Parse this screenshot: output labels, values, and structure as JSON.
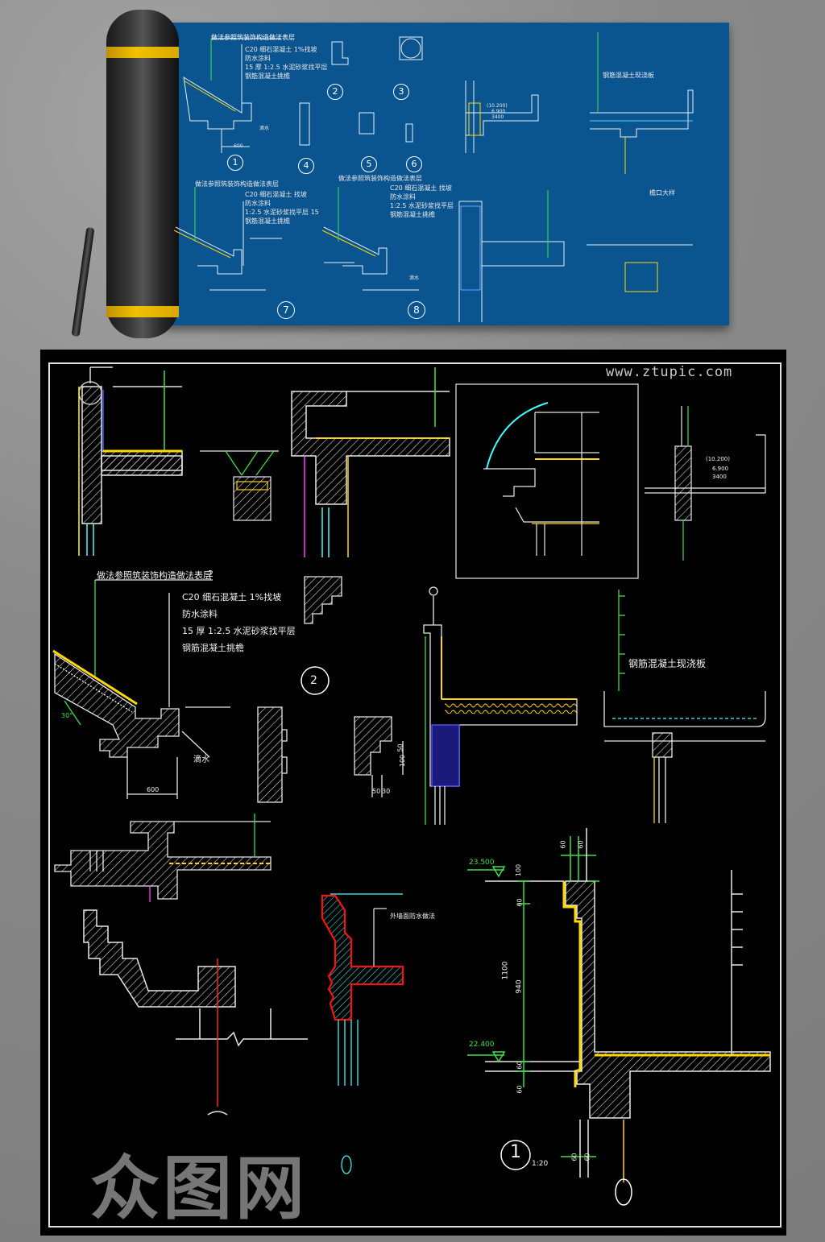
{
  "watermark": "www.ztupic.com",
  "logo_text": "众图网",
  "blueprint": {
    "note_title_1": "做法参照筑装饰构造做法表层",
    "note_lines_1": [
      "C20 细石混凝土 1%找坡",
      "防水涂料",
      "15 厚 1:2.5 水泥砂浆找平层",
      "钢筋混凝土挑檐"
    ],
    "note_title_2": "做法参照筑装饰构造做法表层",
    "note_lines_2": [
      "C20 细石混凝土 找坡",
      "防水涂料",
      "1:2.5 水泥砂浆找平层 15",
      "钢筋混凝土挑檐"
    ],
    "note_title_3": "做法参照筑装饰构造做法表层",
    "note_lines_3": [
      "C20 细石混凝土 找坡",
      "防水涂料",
      "1:2.5 水泥砂浆找平层",
      "钢筋混凝土挑檐"
    ],
    "slab_label": "钢筋混凝土现浇板",
    "detail_title": "檐口大样",
    "callouts": [
      "1",
      "2",
      "3",
      "4",
      "5",
      "6",
      "7",
      "8"
    ],
    "elev_labels": [
      "(10.200)",
      "6.900",
      "3400"
    ],
    "dims_1": "600",
    "drip_label_1": "滴水",
    "drip_label_2": "滴水"
  },
  "cad": {
    "note_title": "做法参照筑装饰构造做法表层",
    "note_title_num": "2",
    "note_lines": [
      "C20 细石混凝土 1%找坡",
      "防水涂料",
      "15 厚 1:2.5 水泥砂浆找平层",
      "钢筋混凝土挑檐"
    ],
    "drip_label": "滴水",
    "dim_600": "600",
    "slope": "30°",
    "callout_2": "2",
    "slab_label": "钢筋混凝土现浇板",
    "elev_top": "(10.200)",
    "elev_mid": "6.900",
    "elev_low": "3400",
    "dim_50": "50",
    "dim_100": "100",
    "dim_30": "30",
    "dim_50b": "50",
    "wall_note": "外墙面防水做法",
    "lv_top": "23.500",
    "lv_bot": "22.400",
    "d_100": "100",
    "d_60": "60",
    "d_1100": "1100",
    "d_940": "940",
    "d_60b": "60",
    "d_60c": "60",
    "d_60t1": "60",
    "d_60t2": "60",
    "d_60bot1": "60",
    "d_60bot2": "60",
    "callout_1": "1",
    "scale": "1:20"
  }
}
